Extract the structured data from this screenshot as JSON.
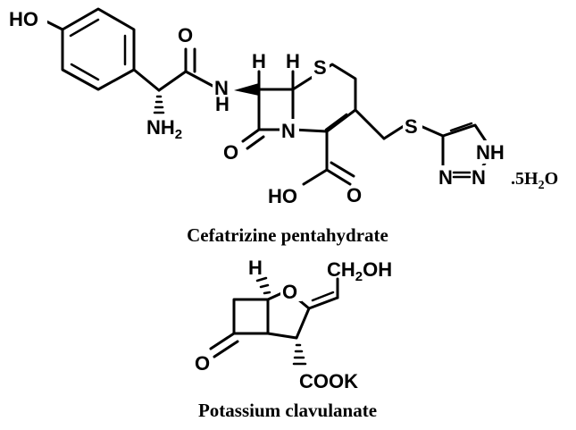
{
  "molecules": [
    {
      "name": "Cefatrizine pentahydrate",
      "atoms": {
        "ho": "HO",
        "o_amide": "O",
        "nh": "N",
        "nh_h": "H",
        "nh2": "NH",
        "nh2_sub": "2",
        "h1": "H",
        "h2": "H",
        "s_ring": "S",
        "n_ring": "N",
        "o_lactam": "O",
        "s_chain": "S",
        "nh_triazole": "NH",
        "n_triazole": "N",
        "n_triazole2": "N",
        "ho_acid": "HO",
        "o_acid": "O"
      },
      "hydrate": {
        "prefix": ".5H",
        "sub": "2",
        "suffix": "O"
      }
    },
    {
      "name": "Potassium clavulanate",
      "atoms": {
        "h": "H",
        "o_ring": "O",
        "ch2oh_a": "CH",
        "ch2oh_sub": "2",
        "ch2oh_b": "OH",
        "o_ketone": "O",
        "cook": "COOK"
      }
    }
  ]
}
